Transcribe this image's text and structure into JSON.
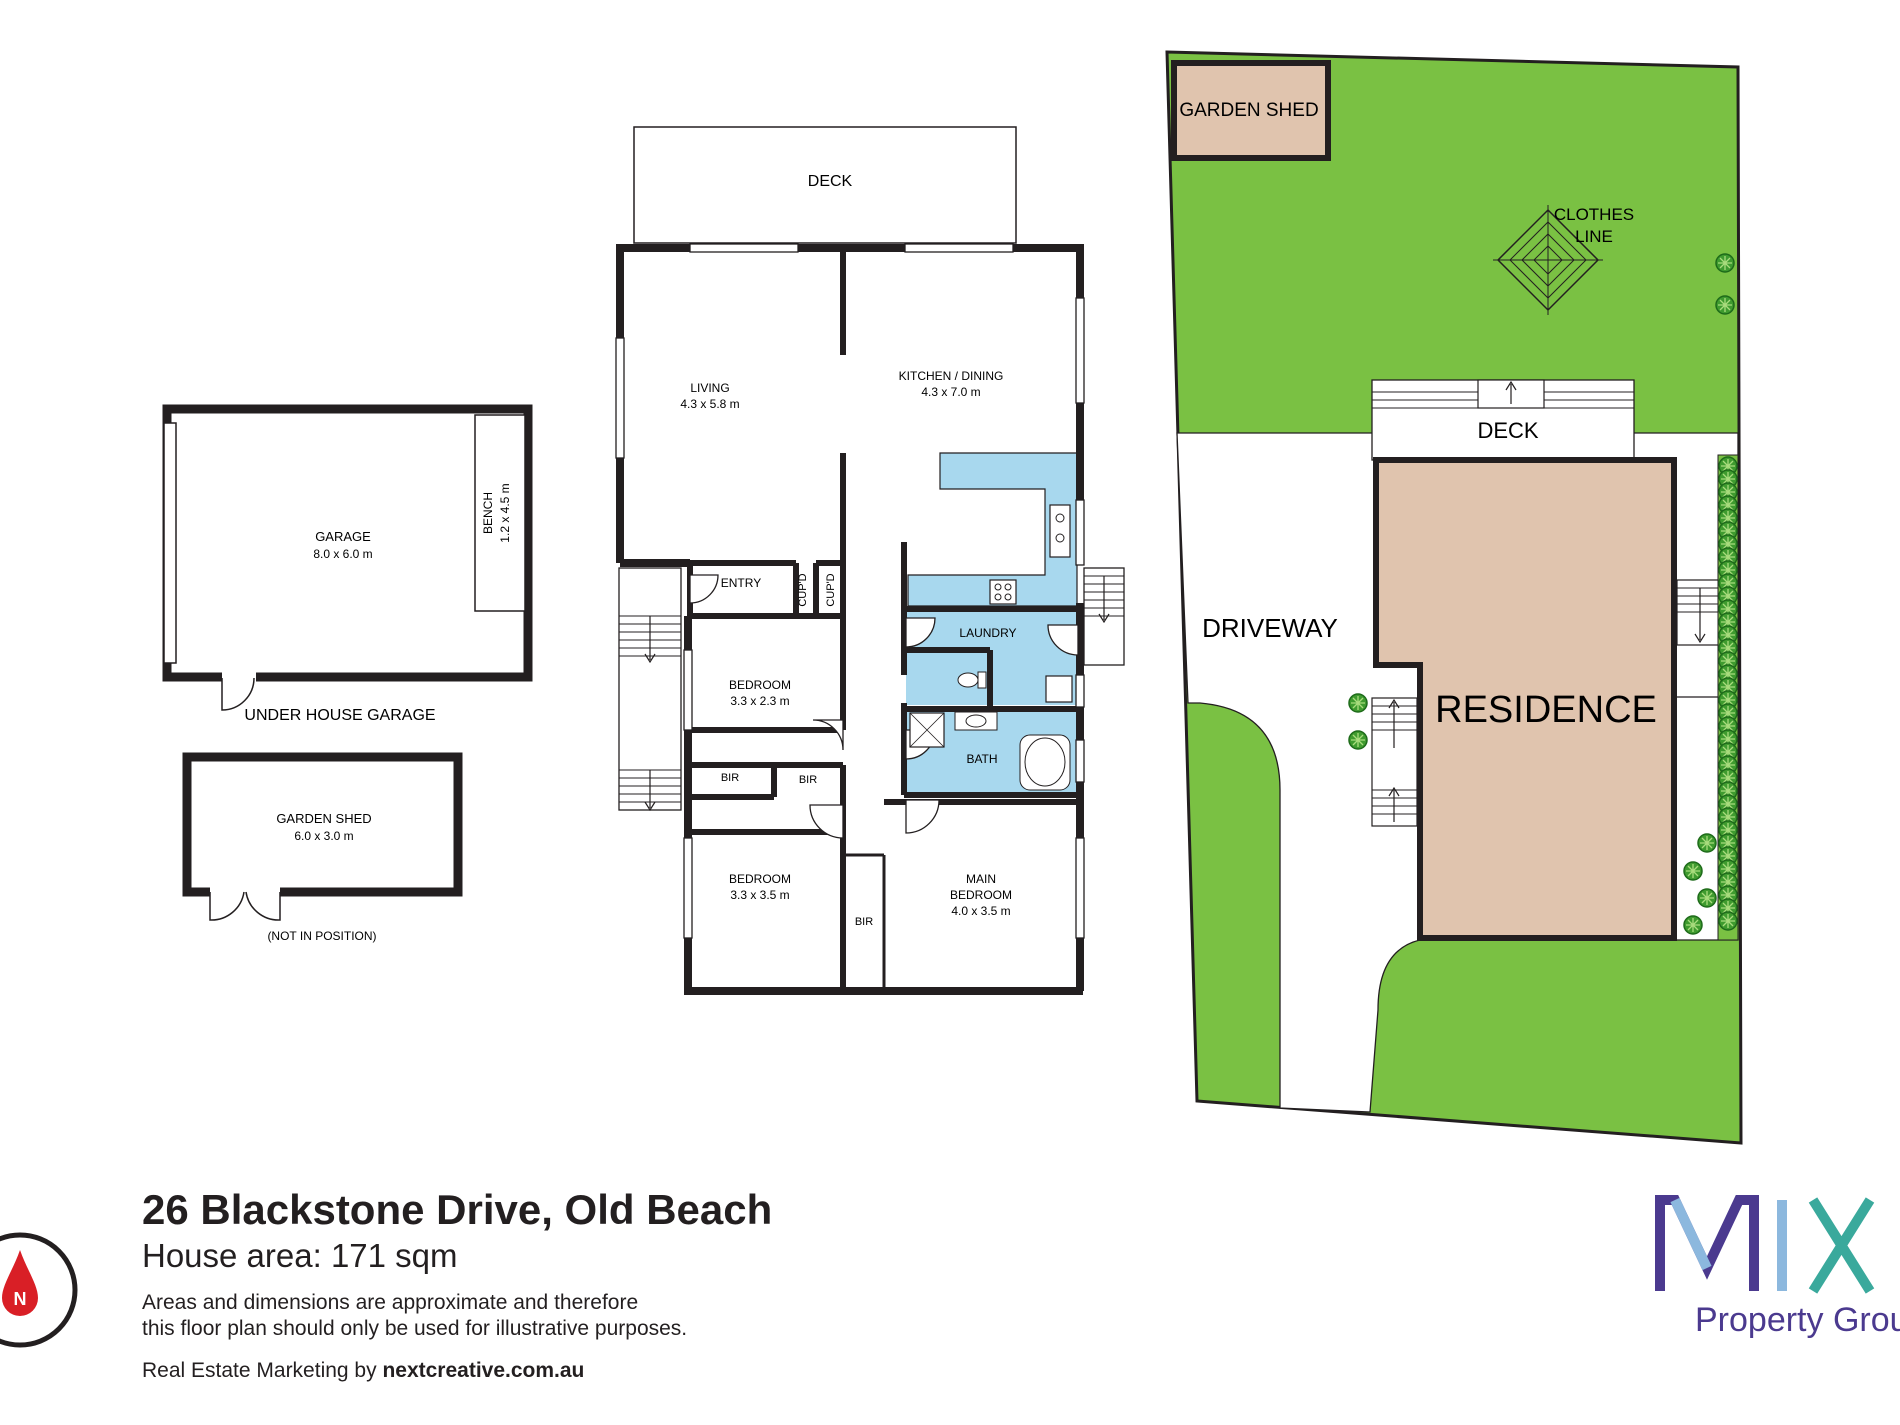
{
  "floorplan": {
    "rooms": {
      "deck": "DECK",
      "living_name": "LIVING",
      "living_dims": "4.3 x 5.8 m",
      "kitchen_name": "KITCHEN / DINING",
      "kitchen_dims": "4.3 x 7.0 m",
      "entry": "ENTRY",
      "cupd": "CUP'D",
      "laundry": "LAUNDRY",
      "bedroom": "BEDROOM",
      "bedroom1_dims": "3.3 x 2.3 m",
      "bedroom2_dims": "3.3 x 3.5 m",
      "bir": "BIR",
      "bath": "BATH",
      "main_bedroom_line1": "MAIN",
      "main_bedroom_line2": "BEDROOM",
      "main_bedroom_dims": "4.0 x 3.5 m"
    },
    "garage": {
      "name": "GARAGE",
      "dims": "8.0 x 6.0 m",
      "bench_label": "BENCH",
      "bench_dims": "1.2 x 4.5 m",
      "caption": "UNDER HOUSE GARAGE"
    },
    "shed": {
      "name": "GARDEN SHED",
      "dims": "6.0 x 3.0 m",
      "note": "(NOT IN POSITION)"
    }
  },
  "siteplan": {
    "garden_shed": "GARDEN SHED",
    "clothes_line_1": "CLOTHES",
    "clothes_line_2": "LINE",
    "deck": "DECK",
    "driveway": "DRIVEWAY",
    "residence": "RESIDENCE"
  },
  "footer": {
    "address": "26 Blackstone Drive, Old Beach",
    "house_area": "House area: 171 sqm",
    "disclaimer_1": "Areas and dimensions are approximate and therefore",
    "disclaimer_2": "this floor plan should only be used for illustrative purposes.",
    "credit_prefix": "Real Estate Marketing by ",
    "credit_site": "nextcreative.com.au"
  },
  "compass": {
    "letter": "N"
  },
  "logo": {
    "mark": "MIX",
    "tagline": "Property Group"
  },
  "colors": {
    "wall": "#231f20",
    "wet_area": "#a8d8ee",
    "lawn": "#7ac143",
    "building": "#e0c4ae",
    "logo_purple": "#4b3a8f",
    "logo_blue": "#8cb8de",
    "logo_teal": "#3aa99c",
    "compass_red": "#d91f26"
  },
  "icons": [
    "compass-icon",
    "stair-icon",
    "door-swing-icon",
    "window-icon",
    "sink-icon",
    "stove-icon",
    "toilet-icon",
    "shower-icon",
    "bathtub-icon",
    "clothes-line-icon",
    "shrub-icon"
  ]
}
